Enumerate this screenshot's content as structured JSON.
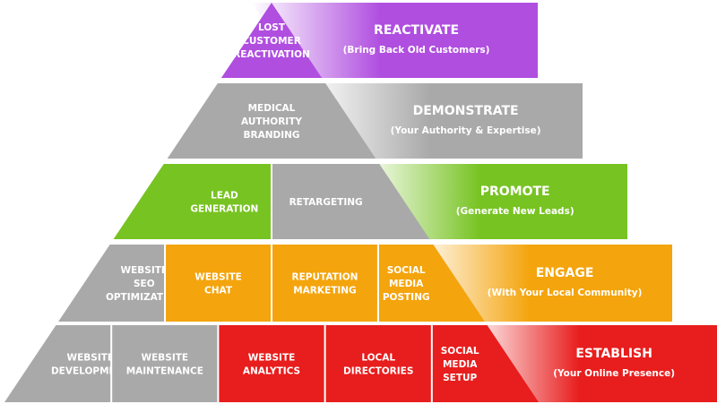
{
  "colors": {
    "purple": "#b04ee0",
    "gray": "#a9a9a9",
    "green": "#77c322",
    "orange": "#f4a40c",
    "red": "#e81d1d"
  },
  "tiers": [
    {
      "color": "purple",
      "title": "REACTIVATE",
      "subtitle": "(Bring Back Old Customers)",
      "blocks": [
        {
          "lines": [
            "LOST",
            "CUSTOMER",
            "REACTIVATION"
          ],
          "color": "purple"
        }
      ]
    },
    {
      "color": "gray",
      "title": "DEMONSTRATE",
      "subtitle": "(Your Authority & Expertise)",
      "blocks": [
        {
          "lines": [
            "MEDICAL",
            "AUTHORITY",
            "BRANDING"
          ],
          "color": "gray"
        }
      ]
    },
    {
      "color": "green",
      "title": "PROMOTE",
      "subtitle": "(Generate New Leads)",
      "blocks": [
        {
          "lines": [
            "LEAD",
            "GENERATION"
          ],
          "color": "green"
        },
        {
          "lines": [
            "RETARGETING"
          ],
          "color": "gray"
        }
      ]
    },
    {
      "color": "orange",
      "title": "ENGAGE",
      "subtitle": "(With Your Local Community)",
      "blocks": [
        {
          "lines": [
            "WEBSITE",
            "SEO",
            "OPTIMIZATION"
          ],
          "color": "gray"
        },
        {
          "lines": [
            "WEBSITE",
            "CHAT"
          ],
          "color": "orange"
        },
        {
          "lines": [
            "REPUTATION",
            "MARKETING"
          ],
          "color": "orange"
        },
        {
          "lines": [
            "SOCIAL",
            "MEDIA",
            "POSTING"
          ],
          "color": "orange"
        }
      ]
    },
    {
      "color": "red",
      "title": "ESTABLISH",
      "subtitle": "(Your Online Presence)",
      "blocks": [
        {
          "lines": [
            "WEBSITE",
            "DEVELOPMENT"
          ],
          "color": "gray"
        },
        {
          "lines": [
            "WEBSITE",
            "MAINTENANCE"
          ],
          "color": "gray"
        },
        {
          "lines": [
            "WEBSITE",
            "ANALYTICS"
          ],
          "color": "red"
        },
        {
          "lines": [
            "LOCAL",
            "DIRECTORIES"
          ],
          "color": "red"
        },
        {
          "lines": [
            "SOCIAL",
            "MEDIA",
            "SETUP"
          ],
          "color": "red"
        }
      ]
    }
  ]
}
